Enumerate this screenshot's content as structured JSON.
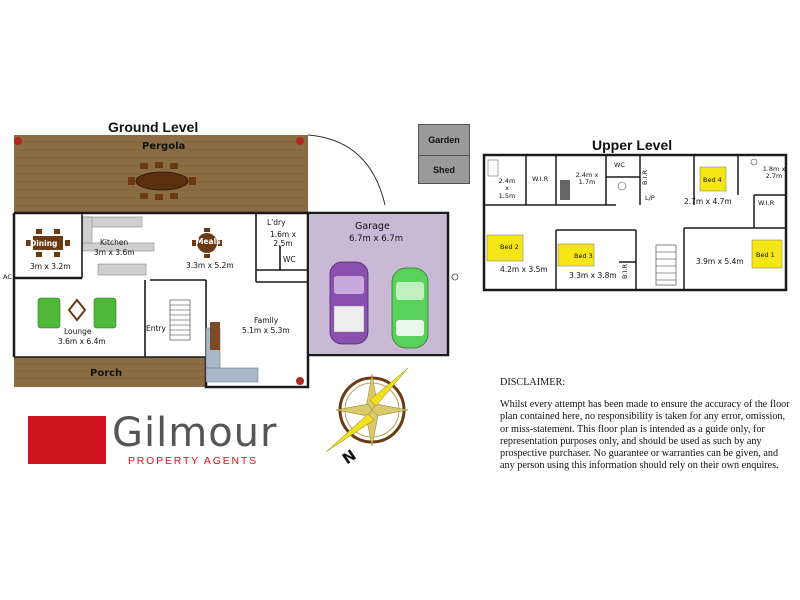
{
  "ground_level": {
    "title": "Ground Level",
    "pergola": "Pergola",
    "dining": "Dining",
    "dining_size": "3m x 3.2m",
    "kitchen": "Kitchen",
    "kitchen_size": "3m x 3.6m",
    "meals": "Meals",
    "meals_size": "3.3m x 5.2m",
    "laundry": "L'dry",
    "laundry_size": "1.6m x 2.5m",
    "wc": "WC",
    "garage": "Garage",
    "garage_size": "6.7m x 6.7m",
    "lounge": "Lounge",
    "lounge_size": "3.6m x 6.4m",
    "entry": "Entry",
    "family": "Family",
    "family_size": "5.1m x 5.3m",
    "porch": "Porch",
    "ac": "AC"
  },
  "outbuildings": {
    "garden": "Garden",
    "shed": "Shed"
  },
  "upper_level": {
    "title": "Upper Level",
    "bath1_size": "2.4m x 1.5m",
    "wir1": "W.I.R",
    "bath2_size": "2.4m x 1.7m",
    "wc": "WC",
    "bir1": "B.I.R",
    "lp": "L/P",
    "bed4": "Bed 4",
    "bed4_size": "2.7m x 4.7m",
    "ens_size": "1.8m x 2.7m",
    "wir2": "W.I.R",
    "bed2": "Bed 2",
    "bed2_size": "4.2m x 3.5m",
    "bed3": "Bed 3",
    "bed3_size": "3.3m x 3.8m",
    "bir2": "B.I.R",
    "bed1": "Bed 1",
    "bed1_size": "3.9m x 5.4m"
  },
  "compass": {
    "north": "N"
  },
  "disclaimer": {
    "title": "DISCLAIMER:",
    "body": "Whilst every attempt has been made to ensure the accuracy of the floor plan contained here, no responsibility is taken for any error, omission, or miss-statement. This floor plan is intended as a guide only, for representation purposes only, and should be used as such by any prospective purchaser. No guarantee or warranties can be given, and any person using this information should rely on their own enquires."
  },
  "logo": {
    "name": "Gilmour",
    "tagline": "PROPERTY AGENTS"
  },
  "colors": {
    "deck": "#8a6d45",
    "garage_floor": "#c9b9d6",
    "bed_highlight": "#f5e615",
    "chair_green": "#4fb83a",
    "table_brown": "#6b3a12",
    "brand_red": "#d0141f",
    "wall": "#1a1a1a"
  }
}
